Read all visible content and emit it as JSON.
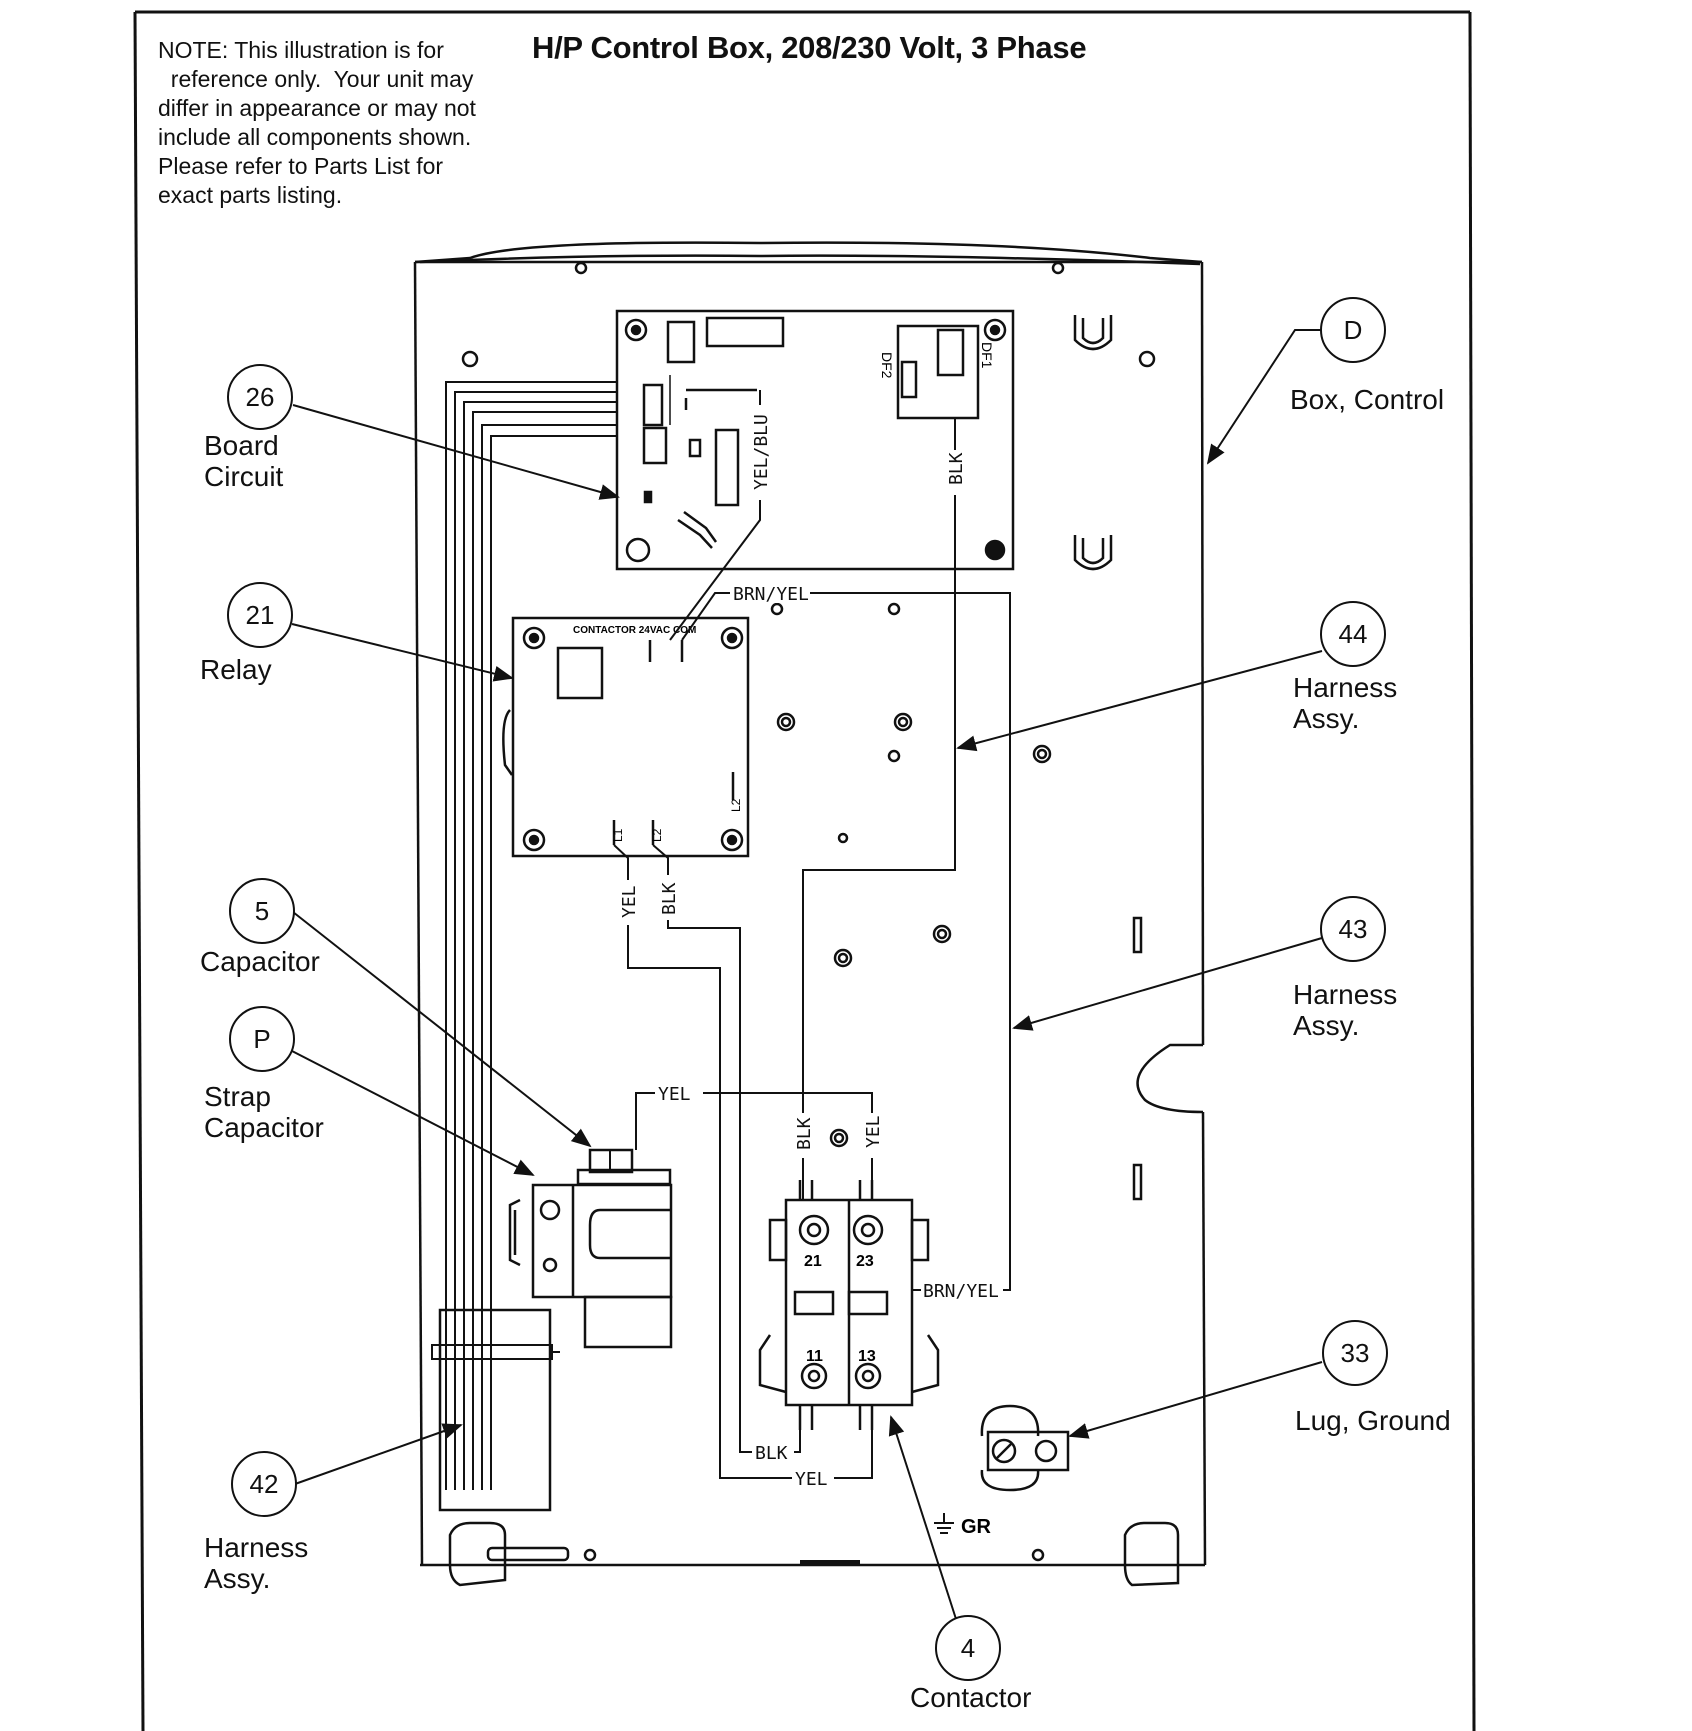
{
  "title": "H/P Control Box, 208/230 Volt, 3 Phase",
  "note_lines": [
    "NOTE: This illustration is for",
    "  reference only.  Your unit may",
    "differ in appearance or may not",
    "include all components shown.",
    "Please refer to Parts List for",
    "exact parts listing."
  ],
  "callouts": [
    {
      "id": "26",
      "lines": [
        "Board",
        "Circuit"
      ]
    },
    {
      "id": "21",
      "lines": [
        "Relay"
      ]
    },
    {
      "id": "5",
      "lines": [
        "Capacitor"
      ]
    },
    {
      "id": "P",
      "lines": [
        "Strap",
        "Capacitor"
      ]
    },
    {
      "id": "42",
      "lines": [
        "Harness",
        "Assy."
      ]
    },
    {
      "id": "D",
      "lines": [
        "Box, Control"
      ]
    },
    {
      "id": "44",
      "lines": [
        "Harness",
        "Assy."
      ]
    },
    {
      "id": "43",
      "lines": [
        "Harness",
        "Assy."
      ]
    },
    {
      "id": "33",
      "lines": [
        "Lug, Ground"
      ]
    },
    {
      "id": "4",
      "lines": [
        "Contactor"
      ]
    }
  ],
  "wire_labels": {
    "yel_blu": "YEL/BLU",
    "blk_board": "BLK",
    "brn_yel_top": "BRN/YEL",
    "yel_relay": "YEL",
    "blk_relay": "BLK",
    "yel_cap": "YEL",
    "blk_cont": "BLK",
    "yel_cont": "YEL",
    "brn_yel_right": "BRN/YEL",
    "blk_bottom": "BLK",
    "yel_bottom": "YEL"
  },
  "relay_terminals": "CONTACTOR  24VAC  COM",
  "relay_pins": {
    "l1": "L1",
    "l2": "L2",
    "l2b": "L2"
  },
  "board_tags": {
    "dfc": "DF2",
    "dfr": "DF1"
  },
  "contactor_terminals": {
    "t21": "21",
    "t23": "23",
    "t11": "11",
    "t13": "13"
  },
  "ground_label": "GR"
}
